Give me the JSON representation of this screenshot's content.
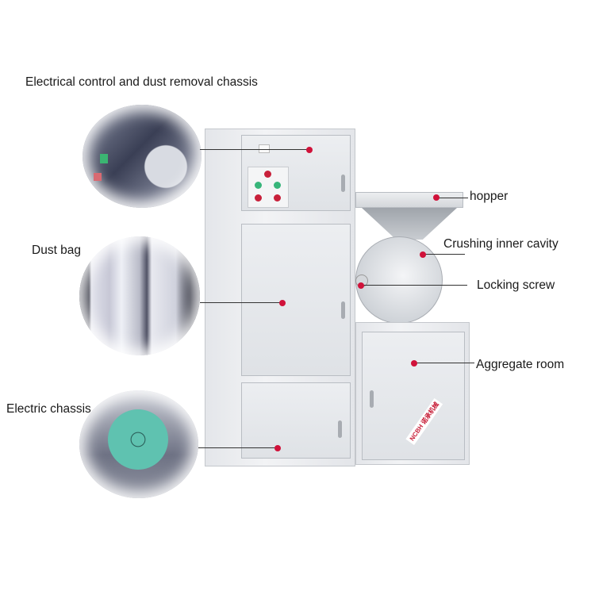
{
  "diagram": {
    "subject": "Pulverizer with dust removal cabinet",
    "labels": {
      "electrical_control": "Electrical control and dust removal chassis",
      "dust_bag": "Dust bag",
      "electric_chassis": "Electric chassis",
      "hopper": "hopper",
      "crushing_cavity": "Crushing inner cavity",
      "locking_screw": "Locking screw",
      "aggregate_room": "Aggregate room"
    },
    "logo_text": "NCBH 诺承机械",
    "colors": {
      "marker": "#d0123a",
      "leader_line": "#333333",
      "motor": "#5fc2b0",
      "steel": "#e4e6ea"
    }
  }
}
